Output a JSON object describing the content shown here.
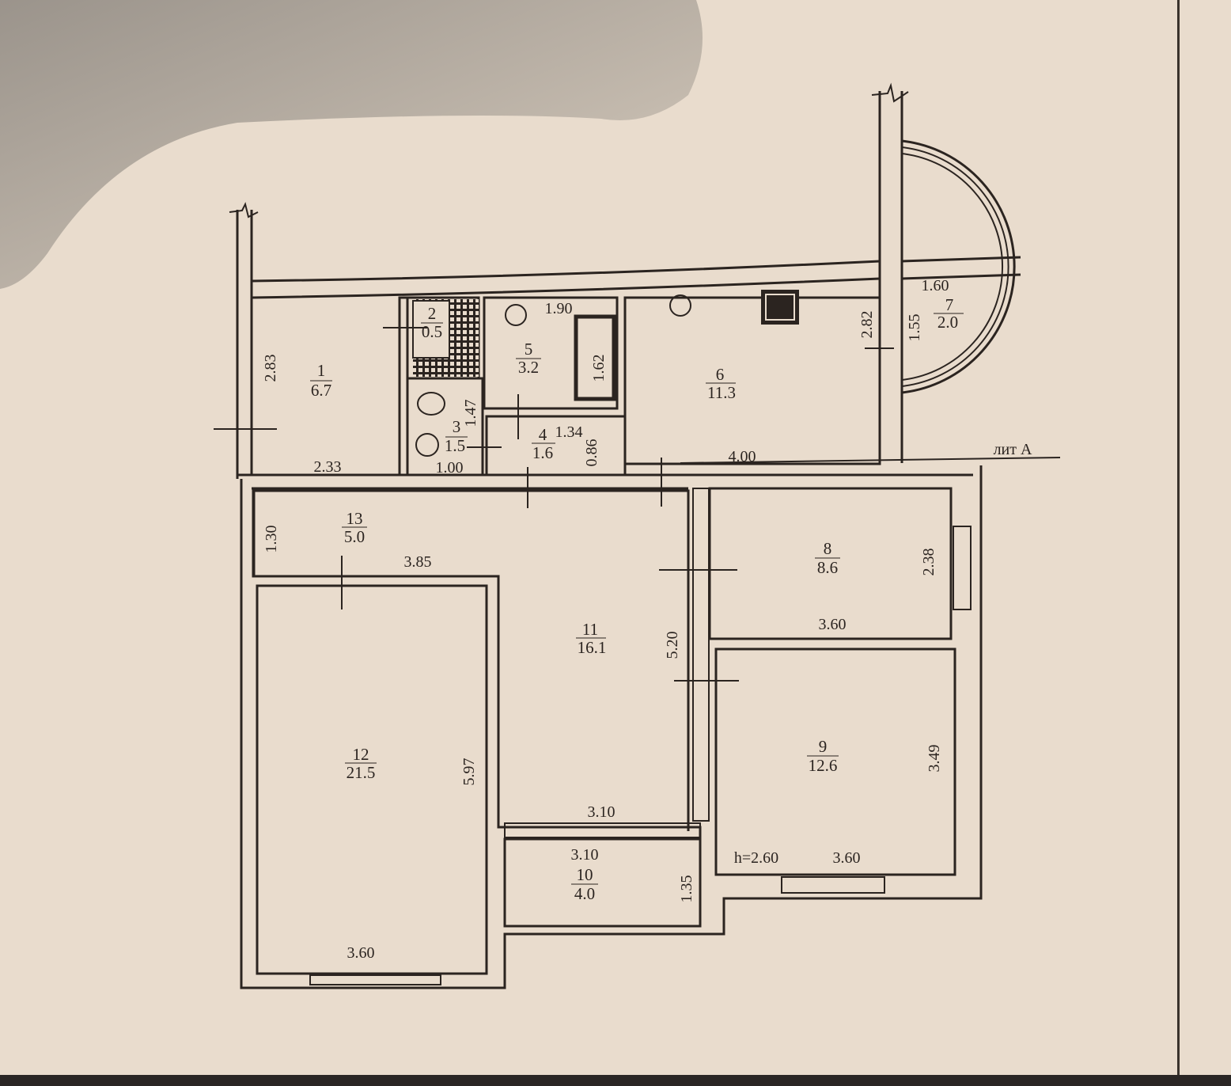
{
  "plan": {
    "marker": "лит А",
    "ceiling_height": "h=2.60",
    "rooms": [
      {
        "number": "1",
        "area": "6.7"
      },
      {
        "number": "2",
        "area": "0.5"
      },
      {
        "number": "3",
        "area": "1.5"
      },
      {
        "number": "4",
        "area": "1.6"
      },
      {
        "number": "5",
        "area": "3.2"
      },
      {
        "number": "6",
        "area": "11.3"
      },
      {
        "number": "7",
        "area": "2.0"
      },
      {
        "number": "8",
        "area": "8.6"
      },
      {
        "number": "9",
        "area": "12.6"
      },
      {
        "number": "10",
        "area": "4.0"
      },
      {
        "number": "11",
        "area": "16.1"
      },
      {
        "number": "12",
        "area": "21.5"
      },
      {
        "number": "13",
        "area": "5.0"
      }
    ],
    "dimensions": {
      "r1_height": "2.83",
      "r1_width": "2.33",
      "r3_height": "1.47",
      "r3_width": "1.00",
      "r5_width": "1.90",
      "bath_length": "1.62",
      "r4_width": "1.34",
      "r4_height": "0.86",
      "r6_height": "2.82",
      "r6_width": "4.00",
      "r7_width": "1.60",
      "r7_height": "1.55",
      "r13_height": "1.30",
      "r13_width": "3.85",
      "r8_height": "2.38",
      "r8_width": "3.60",
      "r11_height": "5.20",
      "r11_width": "3.10",
      "r12_height": "5.97",
      "r12_width": "3.60",
      "r10_width": "3.10",
      "r10_height": "1.35",
      "r9_height": "3.49",
      "r9_width": "3.60"
    }
  }
}
